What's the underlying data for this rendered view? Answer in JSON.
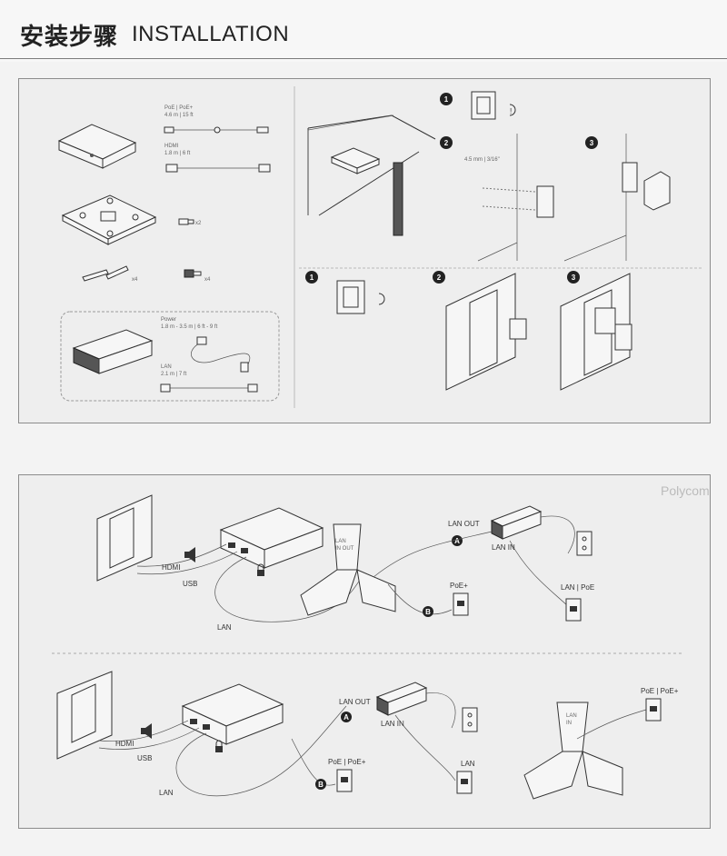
{
  "header": {
    "title_cn": "安装步骤",
    "title_en": "INSTALLATION"
  },
  "parts": {
    "poe_cable": "PoE | PoE+",
    "poe_length": "4.6 m | 15 ft",
    "hdmi_cable": "HDMI",
    "hdmi_length": "1.8 m | 6 ft",
    "screw_x2": "x2",
    "anchor_x4": "x4",
    "screw_x4": "x4",
    "power_label": "Power",
    "power_length": "1.8 m - 3.5 m | 6 ft - 9 ft",
    "lan_label": "LAN",
    "lan_length": "2.1 m | 7 ft"
  },
  "mounting": {
    "step1": "1",
    "step2": "2",
    "step3": "3",
    "wall_distance": "4.5 mm | 3/16\"",
    "lower_step1": "1",
    "lower_step2": "2",
    "lower_step3": "3"
  },
  "connection_top": {
    "hdmi": "HDMI",
    "usb": "USB",
    "lan": "LAN",
    "lan_out": "LAN OUT",
    "lan_in": "LAN IN",
    "poe_plus": "PoE+",
    "lan_poe": "LAN | PoE",
    "badge_a": "A",
    "badge_b": "B",
    "phone_lan": "LAN",
    "phone_in_out": "IN OUT",
    "watermark": "Polycom"
  },
  "connection_bottom": {
    "hdmi": "HDMI",
    "usb": "USB",
    "lan": "LAN",
    "lan_out": "LAN OUT",
    "lan_in": "LAN IN",
    "poe_poe_plus": "PoE | PoE+",
    "lan_wall": "LAN",
    "poe_poe_plus_right": "PoE | PoE+",
    "phone_lan": "LAN",
    "phone_in": "IN",
    "badge_a": "A",
    "badge_b": "B"
  }
}
